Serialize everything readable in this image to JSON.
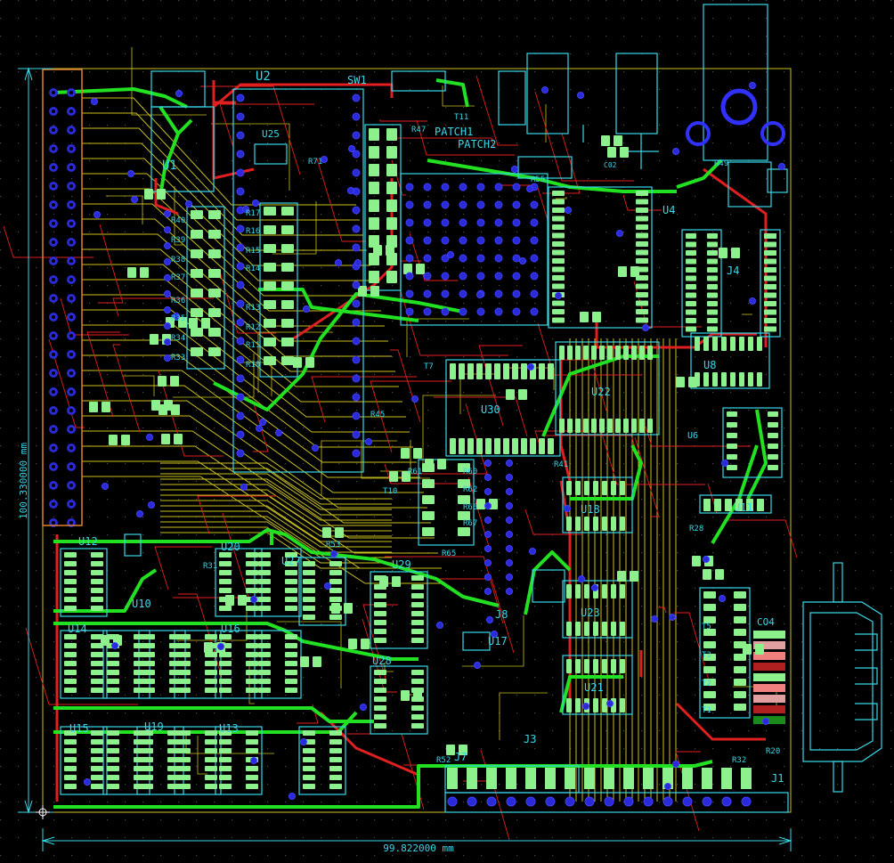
{
  "dimensions": {
    "vertical": "100.330000 mm",
    "horizontal": "99.822000 mm"
  },
  "labels": {
    "u2": "U2",
    "sw1": "SW1",
    "u1": "U1",
    "u25": "U25",
    "r71": "R71",
    "patch1": "PATCH1",
    "patch2": "PATCH2",
    "r47": "R47",
    "t11": "T11",
    "c02": "C02",
    "u4": "U4",
    "j4": "J4",
    "r49": "R49",
    "r40": "R40",
    "r39": "R39",
    "r38": "R38",
    "r37": "R37",
    "r36": "R36",
    "r35": "R35",
    "r34": "R34",
    "r33": "R33",
    "r17": "R17",
    "r16": "R16",
    "r15": "R15",
    "r14": "R14",
    "r13": "R13",
    "r12": "R12",
    "r11": "R11",
    "r10": "R10",
    "t7": "T7",
    "r45": "R45",
    "u30": "U30",
    "u22": "U22",
    "u8": "U8",
    "u6": "U6",
    "r60": "R60",
    "r61": "R61",
    "r62": "R62",
    "r66": "R66",
    "r67": "R67",
    "r64": "R64",
    "r65": "R65",
    "t10": "T10",
    "r41": "R41",
    "u18": "U18",
    "u11": "U11",
    "r28": "R28",
    "u12": "U12",
    "u10": "U10",
    "u20": "U20",
    "u27": "U27",
    "r31": "R31",
    "r53": "R53",
    "u29": "U29",
    "u17": "U17",
    "j8": "J8",
    "u23": "U23",
    "u14": "U14",
    "u16": "U16",
    "u28": "U28",
    "u21": "U21",
    "co4": "CO4",
    "u15": "U15",
    "u19": "U19",
    "u13": "U13",
    "j7": "J7",
    "j3": "J3",
    "r32": "R32",
    "j1": "J1",
    "t1": "T1",
    "t2": "T2",
    "t3": "T3",
    "t5": "T5",
    "r55": "R55",
    "r52": "R52",
    "r20": "R20"
  },
  "colors": {
    "background": "#000000",
    "silkscreen": "#38d8e8",
    "pad": "#8cf08c",
    "trace_top": "#e02020",
    "trace_power": "#22e022",
    "trace_bottom": "#c8c020",
    "via": "#2a2ad8",
    "grid_dot": "#4a4a4a",
    "header_outline": "#e08030"
  }
}
